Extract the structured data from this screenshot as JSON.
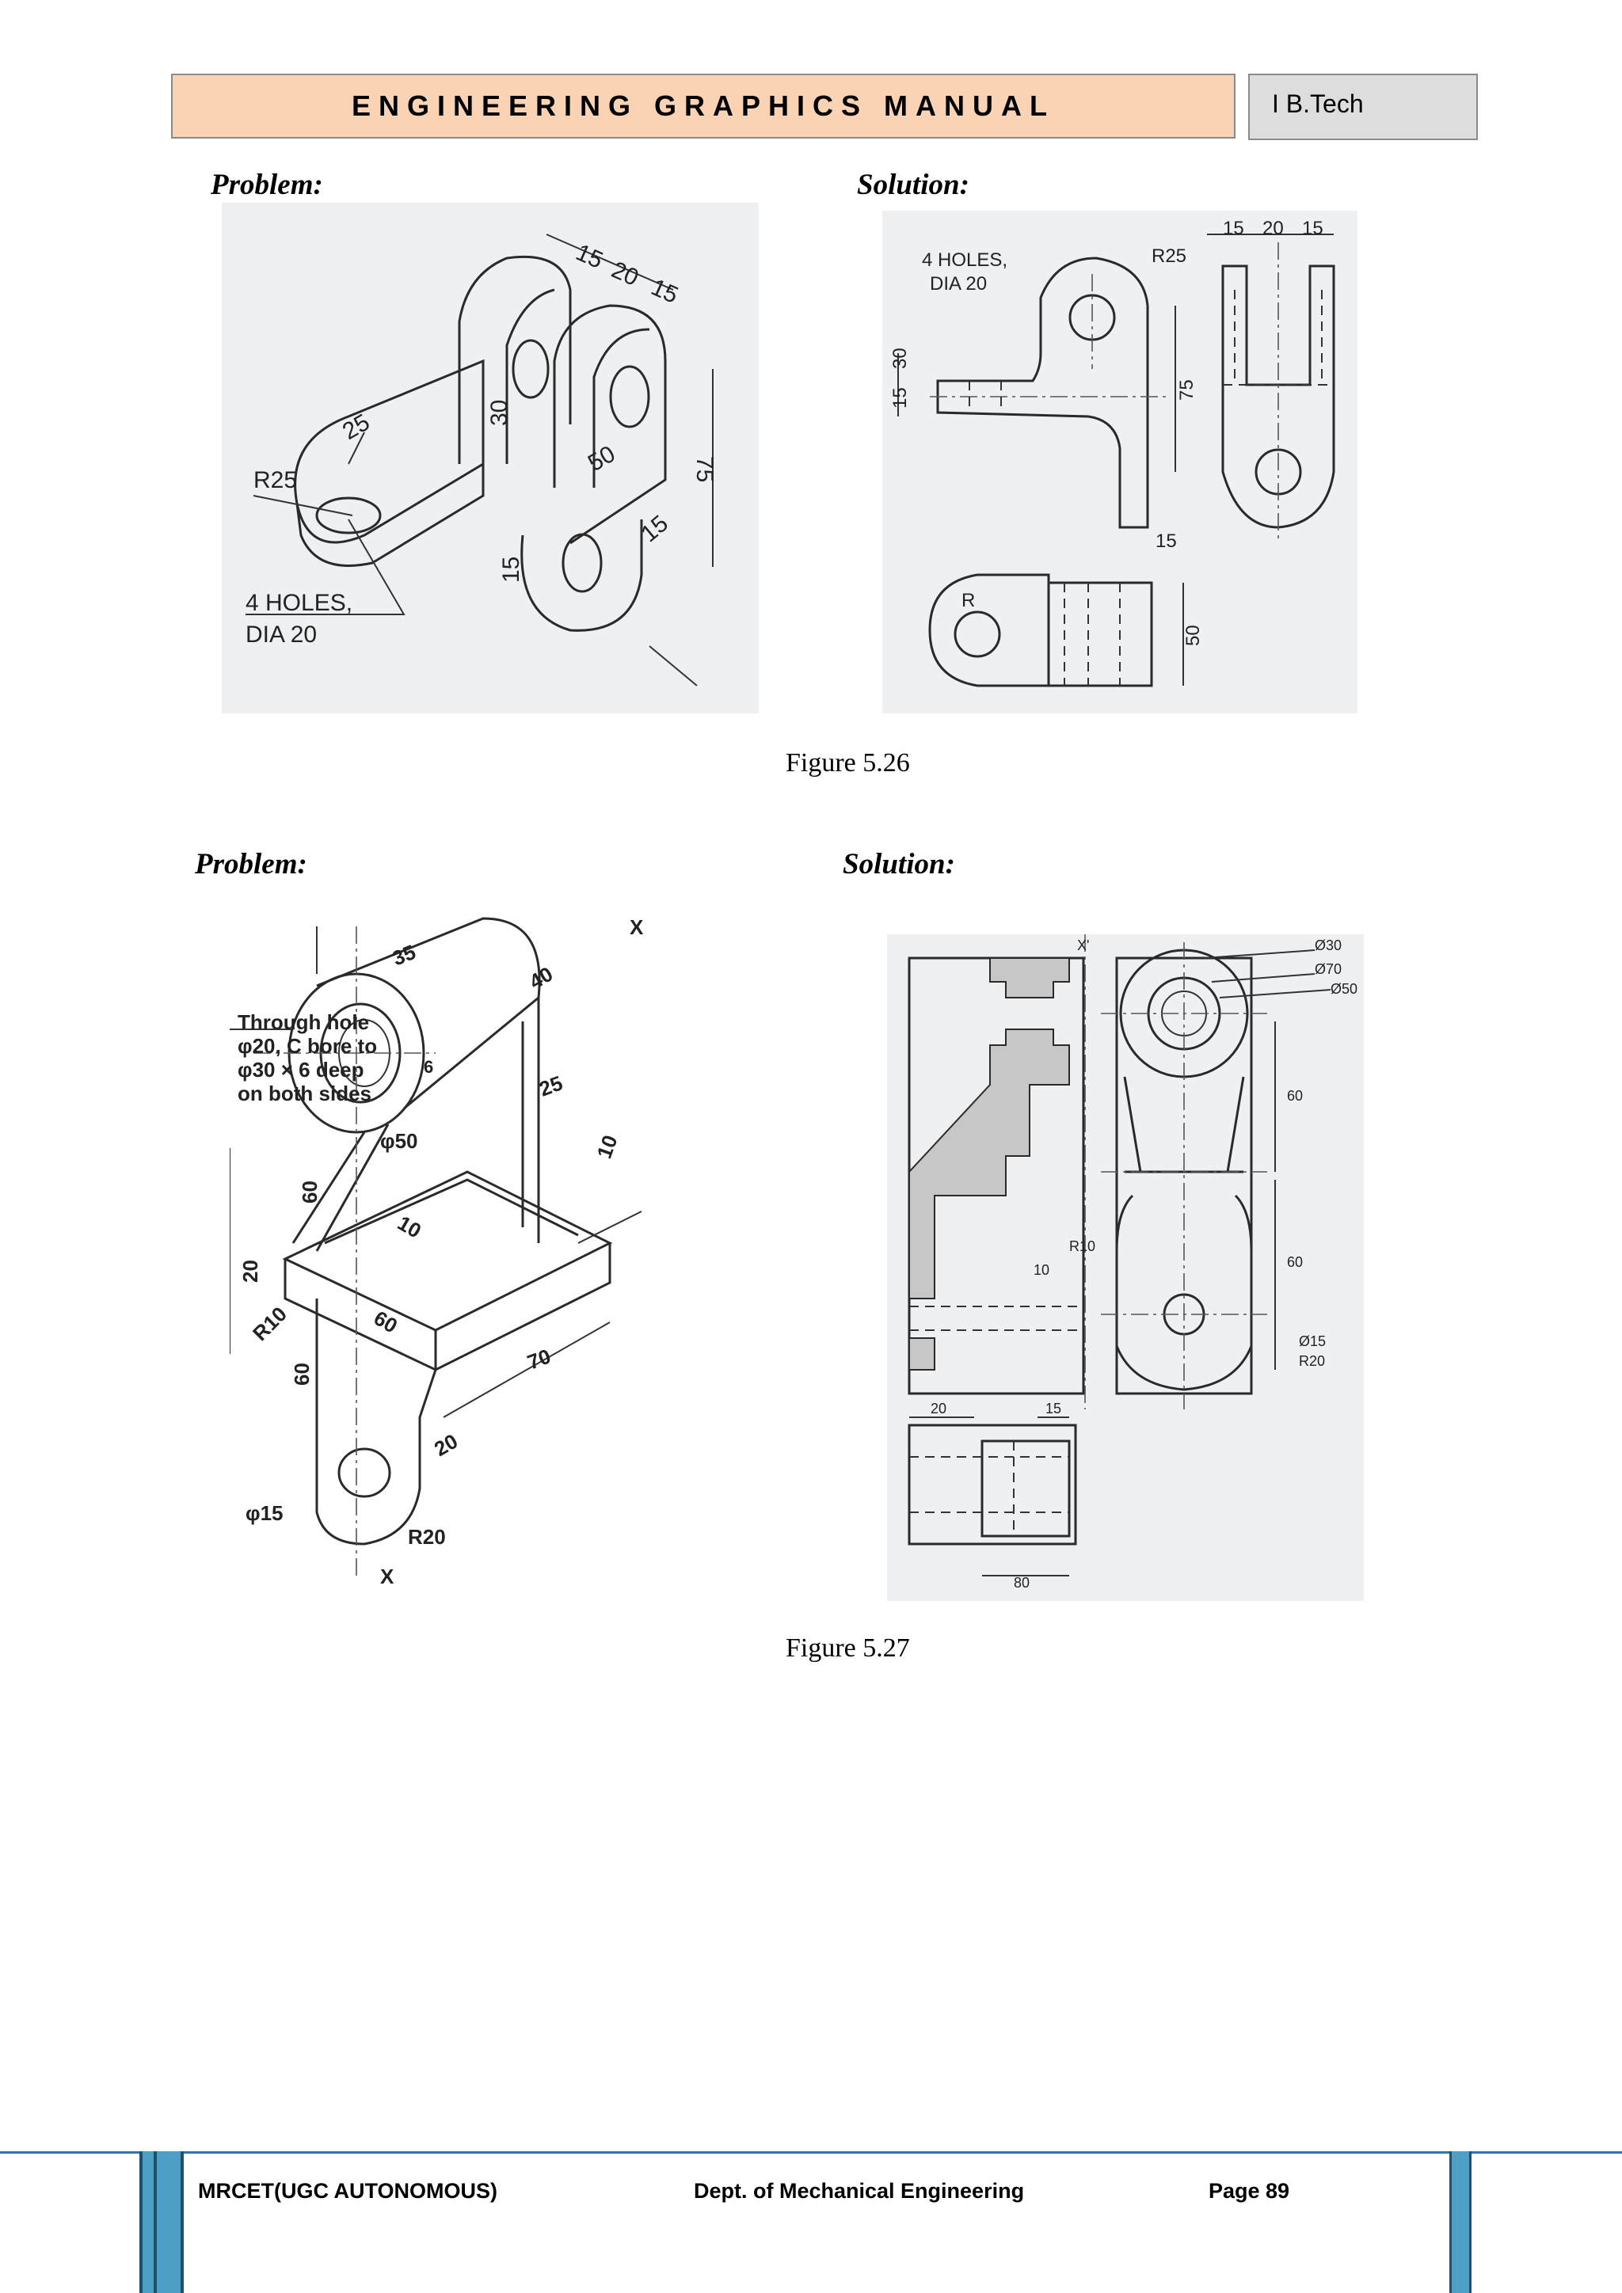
{
  "header": {
    "title": "ENGINEERING GRAPHICS MANUAL",
    "tag": "I B.Tech"
  },
  "section1": {
    "problem_label": "Problem:",
    "solution_label": "Solution:",
    "caption": "Figure 5.26",
    "problem_fig": {
      "dims": [
        "15",
        "20",
        "15",
        "25",
        "30",
        "R25",
        "50",
        "75",
        "15",
        "15"
      ],
      "note1": "4 HOLES,",
      "note2": "DIA 20"
    },
    "solution_fig": {
      "dims": [
        "15",
        "20",
        "15",
        "R25",
        "30",
        "15",
        "75",
        "15",
        "R",
        "50"
      ],
      "note1": "4 HOLES,",
      "note2": "DIA 20"
    }
  },
  "section2": {
    "problem_label": "Problem:",
    "solution_label": "Solution:",
    "caption": "Figure 5.27",
    "problem_fig": {
      "note": [
        "Through hole",
        "φ20, C bore to",
        "φ30 × 6 deep",
        "on both sides"
      ],
      "dims": [
        "35",
        "40",
        "X",
        "6",
        "25",
        "φ50",
        "10",
        "60",
        "10",
        "20",
        "60",
        "R10",
        "70",
        "60",
        "20",
        "φ15",
        "R20",
        "X"
      ]
    },
    "solution_fig": {
      "dims": [
        "X'",
        "Ø30",
        "Ø70",
        "Ø50",
        "60",
        "60",
        "10",
        "R10",
        "Ø15",
        "R20",
        "20",
        "15",
        "80"
      ]
    }
  },
  "footer": {
    "institution": "MRCET(UGC AUTONOMOUS)",
    "department": "Dept. of Mechanical Engineering",
    "page": "Page 89"
  }
}
